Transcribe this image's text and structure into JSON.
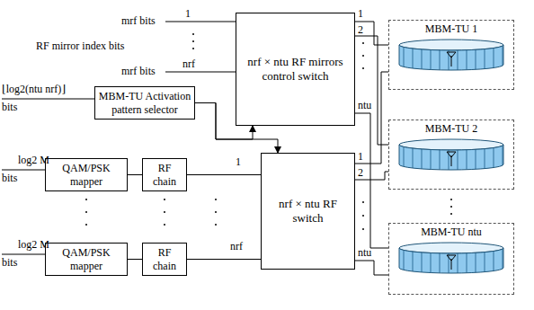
{
  "diagram": {
    "nodes": [
      {
        "text": [
          "nrf × ntu RF mirrors control switch"
        ]
      },
      {
        "text": [
          "MBM-TU Activation pattern selector"
        ]
      },
      {
        "text": [
          "QAM/PSK mapper"
        ]
      },
      {
        "text": [
          "RF chain"
        ]
      },
      {
        "text": [
          "QAM/PSK mapper"
        ]
      },
      {
        "text": [
          "RF chain"
        ]
      },
      {
        "text": [
          "nrf × ntu RF switch"
        ]
      },
      {
        "text": [
          "MBM-TU 1"
        ]
      },
      {
        "text": [
          "MBM-TU 2"
        ]
      },
      {
        "text": [
          "MBM-TU ntu"
        ]
      }
    ],
    "edges": [
      {
        "from": 1,
        "to": 0,
        "arrow": "to"
      },
      {
        "from": 1,
        "to": 6,
        "arrow": "to"
      },
      {
        "from": 2,
        "to": 3,
        "arrow": "none"
      },
      {
        "from": 3,
        "to": 6,
        "arrow": "none"
      },
      {
        "from": 4,
        "to": 5,
        "arrow": "none"
      },
      {
        "from": 5,
        "to": 6,
        "arrow": "none"
      },
      {
        "from": 0,
        "to": 7,
        "arrow": "none"
      },
      {
        "from": 0,
        "to": 8,
        "arrow": "none"
      },
      {
        "from": 0,
        "to": 9,
        "arrow": "none"
      },
      {
        "from": 6,
        "to": 7,
        "arrow": "none"
      },
      {
        "from": 6,
        "to": 8,
        "arrow": "none"
      },
      {
        "from": 6,
        "to": 9,
        "arrow": "none"
      }
    ],
    "labels": [
      "mrf bits",
      "RF mirror index bits",
      "mrf bits",
      "1",
      "nrf",
      "⌊log2(ntu nrf)⌋",
      "bits",
      "log2 M",
      "bits",
      "log2 M",
      "bits",
      "1",
      "nrf",
      "1",
      "2",
      "ntu",
      "1",
      "2",
      "ntu"
    ]
  }
}
